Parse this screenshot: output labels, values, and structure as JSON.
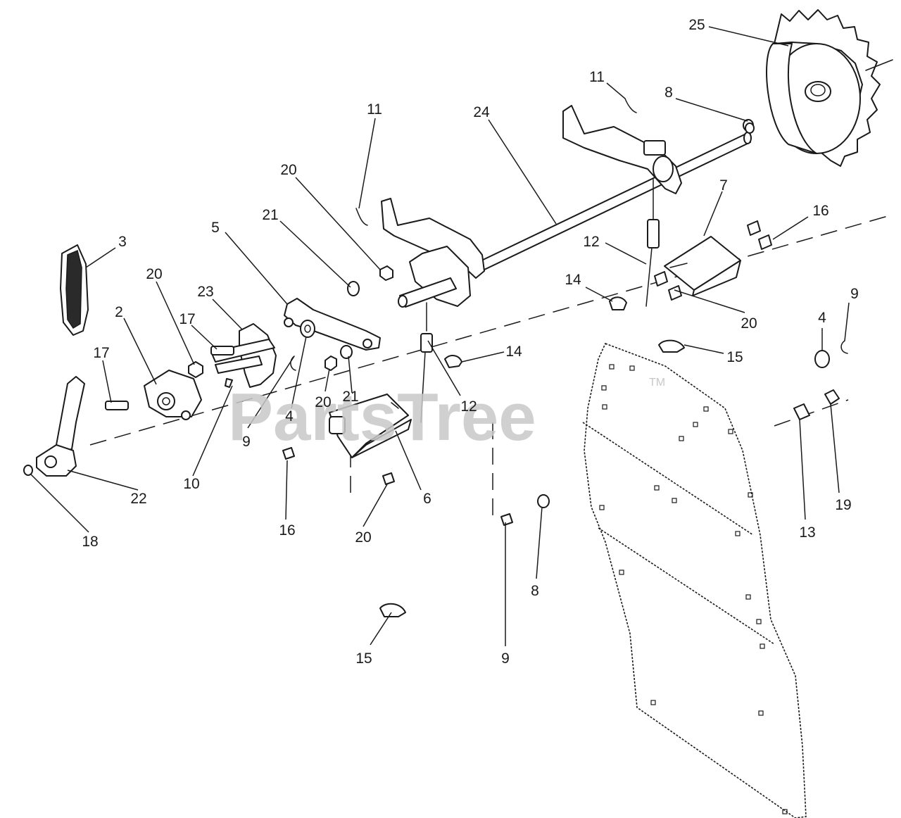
{
  "watermark": {
    "text": "PartsTree",
    "trademark": "TM"
  },
  "callouts": [
    {
      "id": "c25a",
      "label": "25"
    },
    {
      "id": "c11a",
      "label": "11"
    },
    {
      "id": "c8a",
      "label": "8"
    },
    {
      "id": "c11b",
      "label": "11"
    },
    {
      "id": "c24",
      "label": "24"
    },
    {
      "id": "c20a",
      "label": "20"
    },
    {
      "id": "c7",
      "label": "7"
    },
    {
      "id": "c16a",
      "label": "16"
    },
    {
      "id": "c5",
      "label": "5"
    },
    {
      "id": "c21a",
      "label": "21"
    },
    {
      "id": "c12a",
      "label": "12"
    },
    {
      "id": "c3",
      "label": "3"
    },
    {
      "id": "c20b",
      "label": "20"
    },
    {
      "id": "c14a",
      "label": "14"
    },
    {
      "id": "c23",
      "label": "23"
    },
    {
      "id": "c9a",
      "label": "9"
    },
    {
      "id": "c4a",
      "label": "4"
    },
    {
      "id": "c2",
      "label": "2"
    },
    {
      "id": "c17a",
      "label": "17"
    },
    {
      "id": "c20c",
      "label": "20"
    },
    {
      "id": "c14b",
      "label": "14"
    },
    {
      "id": "c15a",
      "label": "15"
    },
    {
      "id": "c17b",
      "label": "17"
    },
    {
      "id": "c21b",
      "label": "21"
    },
    {
      "id": "c20d",
      "label": "20"
    },
    {
      "id": "c12b",
      "label": "12"
    },
    {
      "id": "c9b",
      "label": "9"
    },
    {
      "id": "c4b",
      "label": "4"
    },
    {
      "id": "c10",
      "label": "10"
    },
    {
      "id": "c22",
      "label": "22"
    },
    {
      "id": "c6",
      "label": "6"
    },
    {
      "id": "c16b",
      "label": "16"
    },
    {
      "id": "c19",
      "label": "19"
    },
    {
      "id": "c18",
      "label": "18"
    },
    {
      "id": "c20e",
      "label": "20"
    },
    {
      "id": "c13",
      "label": "13"
    },
    {
      "id": "c8b",
      "label": "8"
    },
    {
      "id": "c15b",
      "label": "15"
    },
    {
      "id": "c9c",
      "label": "9"
    }
  ]
}
